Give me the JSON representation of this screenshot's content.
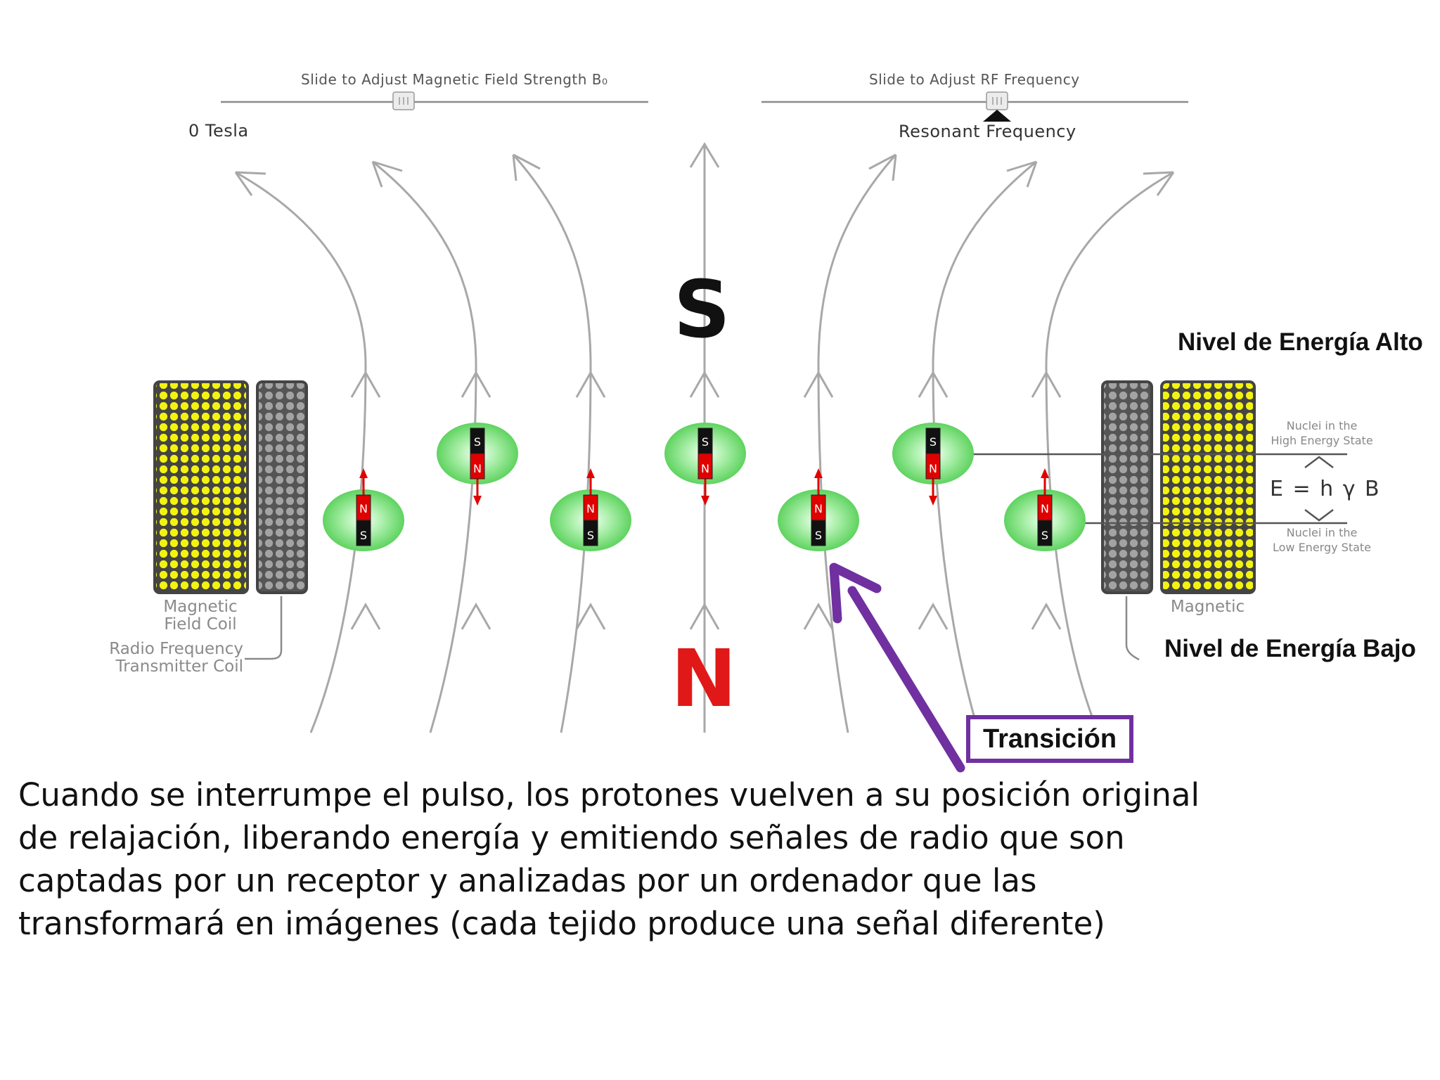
{
  "sliders": {
    "field_strength": {
      "label": "Slide to Adjust Magnetic Field Strength B₀",
      "value_text": "0 Tesla"
    },
    "rf_frequency": {
      "label": "Slide to Adjust RF Frequency",
      "value_text": "Resonant Frequency"
    }
  },
  "poles": {
    "top": "S",
    "bottom": "N"
  },
  "colors": {
    "field_lines": "#a8a8a8",
    "coil_yellow": "#f3f311",
    "coil_gray": "#8e8e8e",
    "nucleus_green": "#7ee07e",
    "magnet_red": "#e00000",
    "transition_purple": "#7030a0",
    "pole_n_red": "#e01818"
  },
  "left_coils": {
    "magnetic_label": [
      "Magnetic",
      "Field Coil"
    ],
    "rf_label": [
      "Radio Frequency",
      "Transmitter Coil"
    ]
  },
  "right_coils": {
    "magnetic_label": "Magnetic"
  },
  "energy": {
    "high_label": [
      "Nuclei in the",
      "High Energy State"
    ],
    "low_label": [
      "Nuclei in the",
      "Low Energy State"
    ],
    "equation": "E = h γ B"
  },
  "nuclei": [
    {
      "state": "low",
      "top_pole": "N",
      "bottom_pole": "S"
    },
    {
      "state": "high",
      "top_pole": "S",
      "bottom_pole": "N"
    },
    {
      "state": "low",
      "top_pole": "N",
      "bottom_pole": "S"
    },
    {
      "state": "high",
      "top_pole": "S",
      "bottom_pole": "N"
    },
    {
      "state": "low",
      "top_pole": "N",
      "bottom_pole": "S"
    },
    {
      "state": "high",
      "top_pole": "S",
      "bottom_pole": "N"
    },
    {
      "state": "low",
      "top_pole": "N",
      "bottom_pole": "S"
    }
  ],
  "annotations": {
    "nivel_alto": "Nivel de Energía Alto",
    "nivel_bajo": "Nivel de Energía Bajo",
    "transicion": "Transición"
  },
  "caption_lines": [
    "Cuando se interrumpe el pulso, los protones vuelven a su posición original",
    "de relajación, liberando energía y emitiendo señales de radio que son",
    "captadas por un receptor y analizadas por un ordenador que las",
    "transformará en imágenes (cada tejido produce una señal diferente)"
  ]
}
